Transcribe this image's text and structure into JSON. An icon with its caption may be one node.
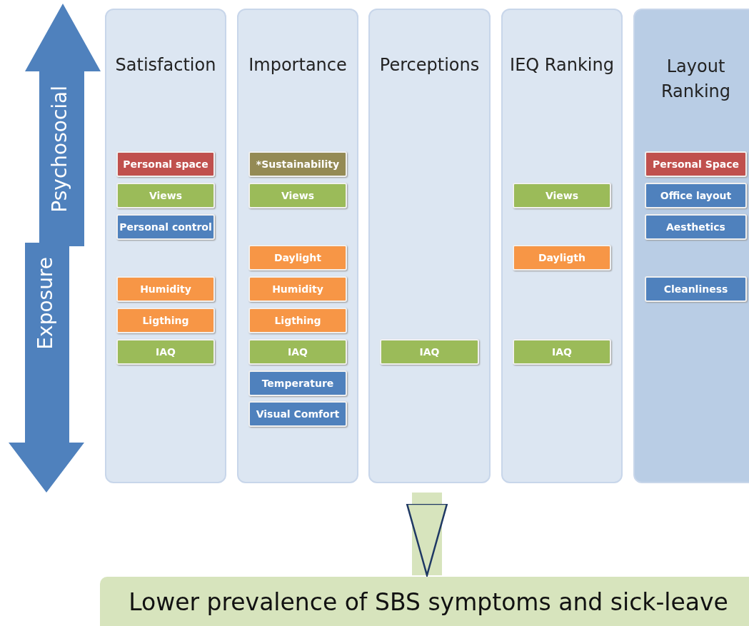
{
  "diagram": {
    "nodes": [
      {
        "text": [
          "Psychosocial"
        ]
      },
      {
        "text": [
          "Exposure"
        ]
      },
      {
        "text": [
          "Satisfaction"
        ]
      },
      {
        "text": [
          "Personal space"
        ],
        "in": 2
      },
      {
        "text": [
          "Views"
        ],
        "in": 2
      },
      {
        "text": [
          "Personal control"
        ],
        "in": 2
      },
      {
        "text": [
          "Humidity"
        ],
        "in": 2
      },
      {
        "text": [
          "Ligthing"
        ],
        "in": 2
      },
      {
        "text": [
          "IAQ"
        ],
        "in": 2
      },
      {
        "text": [
          "Importance"
        ]
      },
      {
        "text": [
          "*Sustainability"
        ],
        "in": 9
      },
      {
        "text": [
          "Views"
        ],
        "in": 9
      },
      {
        "text": [
          "Daylight"
        ],
        "in": 9
      },
      {
        "text": [
          "Humidity"
        ],
        "in": 9
      },
      {
        "text": [
          "Ligthing"
        ],
        "in": 9
      },
      {
        "text": [
          "IAQ"
        ],
        "in": 9
      },
      {
        "text": [
          "Temperature"
        ],
        "in": 9
      },
      {
        "text": [
          "Visual Comfort"
        ],
        "in": 9
      },
      {
        "text": [
          "Perceptions"
        ]
      },
      {
        "text": [
          "IAQ"
        ],
        "in": 18
      },
      {
        "text": [
          "IEQ Ranking"
        ]
      },
      {
        "text": [
          "Views"
        ],
        "in": 20
      },
      {
        "text": [
          "Dayligth"
        ],
        "in": 20
      },
      {
        "text": [
          "IAQ"
        ],
        "in": 20
      },
      {
        "text": [
          "Layout Ranking"
        ]
      },
      {
        "text": [
          "Personal Space"
        ],
        "in": 24
      },
      {
        "text": [
          "Office layout"
        ],
        "in": 24
      },
      {
        "text": [
          "Aesthetics"
        ],
        "in": 24
      },
      {
        "text": [
          "Cleanliness"
        ],
        "in": 24
      },
      {
        "text": [
          "Lower prevalence of SBS symptoms and sick-leave"
        ]
      }
    ],
    "edges": [
      {
        "from": null,
        "to": 29,
        "arrow": "to"
      }
    ]
  }
}
